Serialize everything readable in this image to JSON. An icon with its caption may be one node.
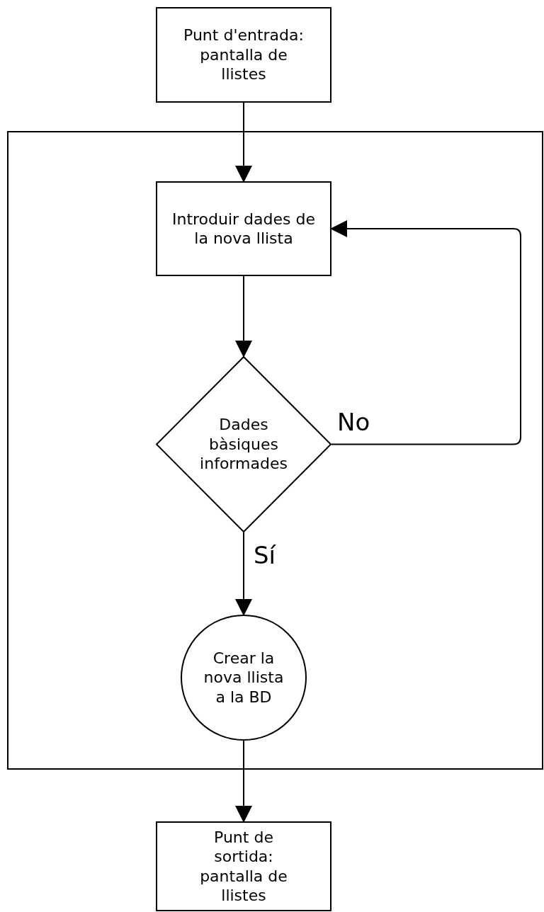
{
  "diagram": {
    "nodes": [
      {
        "text": [
          "Punt d'entrada: pantalla de llistes"
        ]
      },
      {
        "text": [],
        "shape": "box"
      },
      {
        "text": [
          "Introduir dades de la nova llista"
        ],
        "in": 1
      },
      {
        "text": [
          "Dades bàsiques informades"
        ],
        "in": 1
      },
      {
        "text": [
          "Crear la nova llista a la BD"
        ],
        "in": 1
      },
      {
        "text": [
          "Punt de sortida: pantalla de llistes"
        ]
      }
    ],
    "edges": [
      {
        "from": 0,
        "to": 2,
        "arrow": "to"
      },
      {
        "from": 2,
        "to": 3,
        "arrow": "to"
      },
      {
        "from": 3,
        "to": 2,
        "arrow": "to",
        "label": "No"
      },
      {
        "from": 3,
        "to": 4,
        "arrow": "to",
        "label": "Sí"
      },
      {
        "from": 4,
        "to": 5,
        "arrow": "to"
      }
    ]
  }
}
